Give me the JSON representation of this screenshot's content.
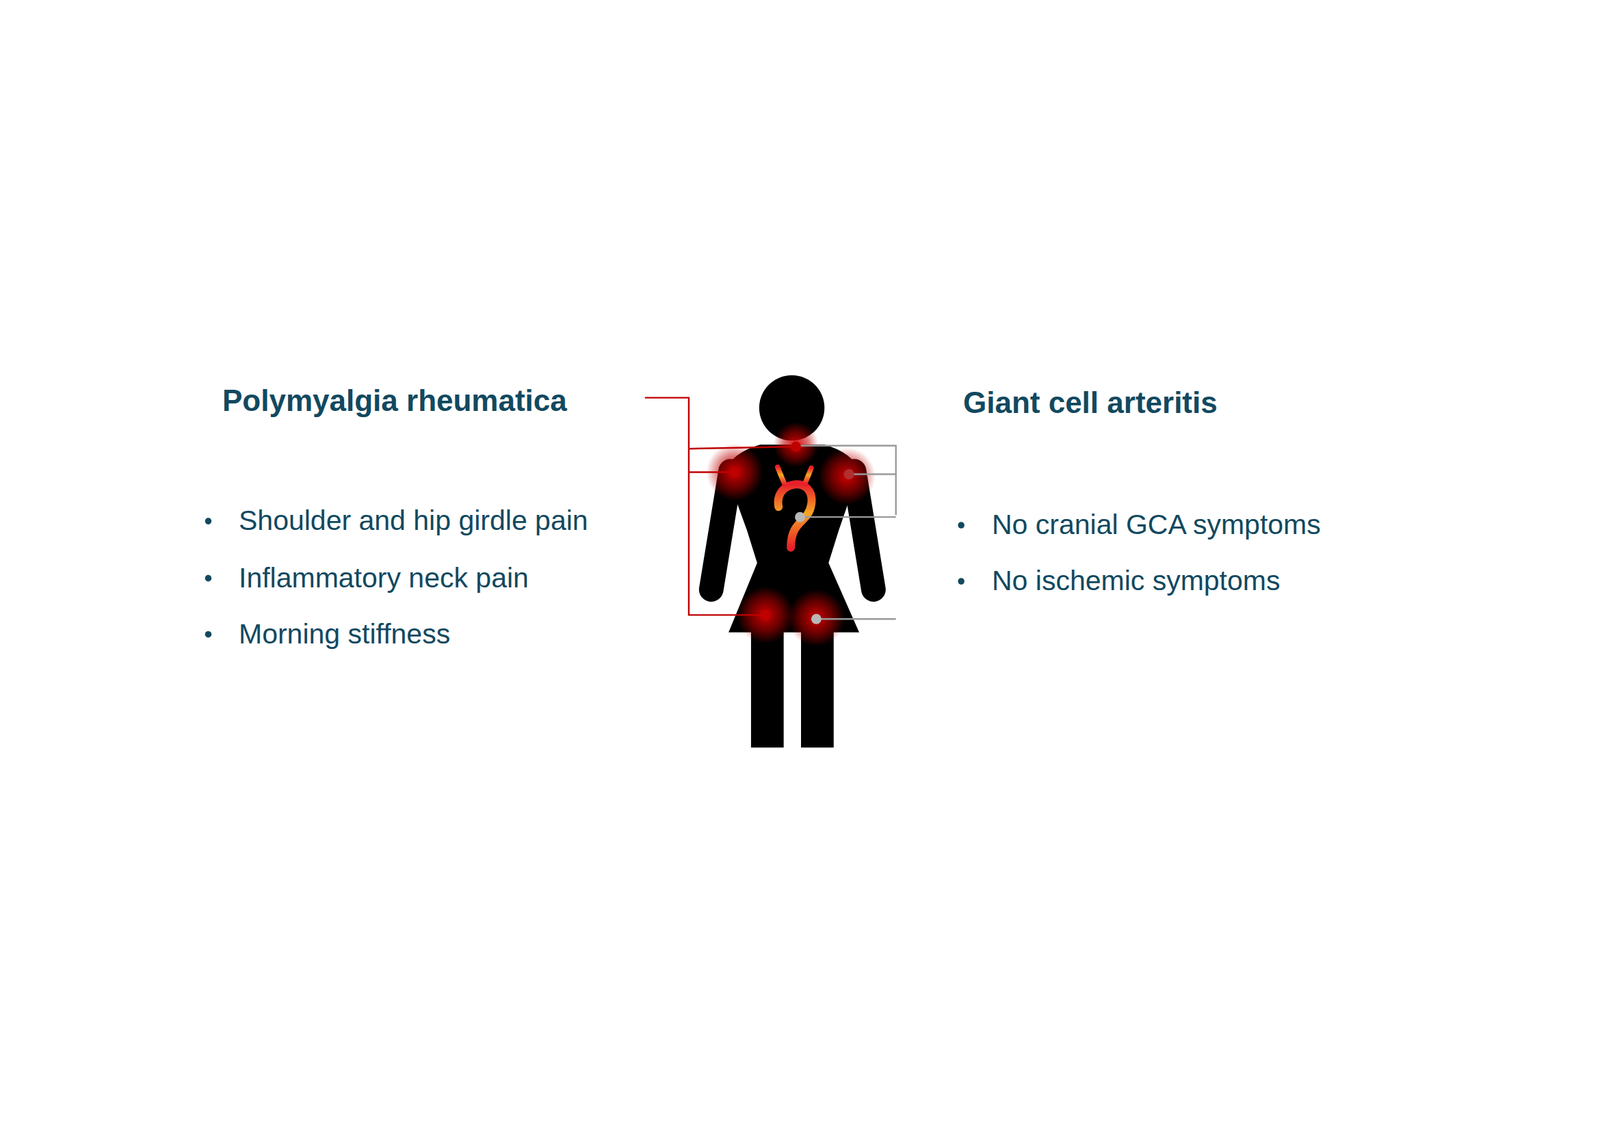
{
  "diagram": {
    "labels": [
      "Polymyalgia rheumatica",
      "Shoulder and hip girdle pain",
      "Inflammatory neck pain",
      "Morning stiffness",
      "Giant cell arteritis",
      "No cranial GCA symptoms",
      "No ischemic symptoms"
    ]
  }
}
